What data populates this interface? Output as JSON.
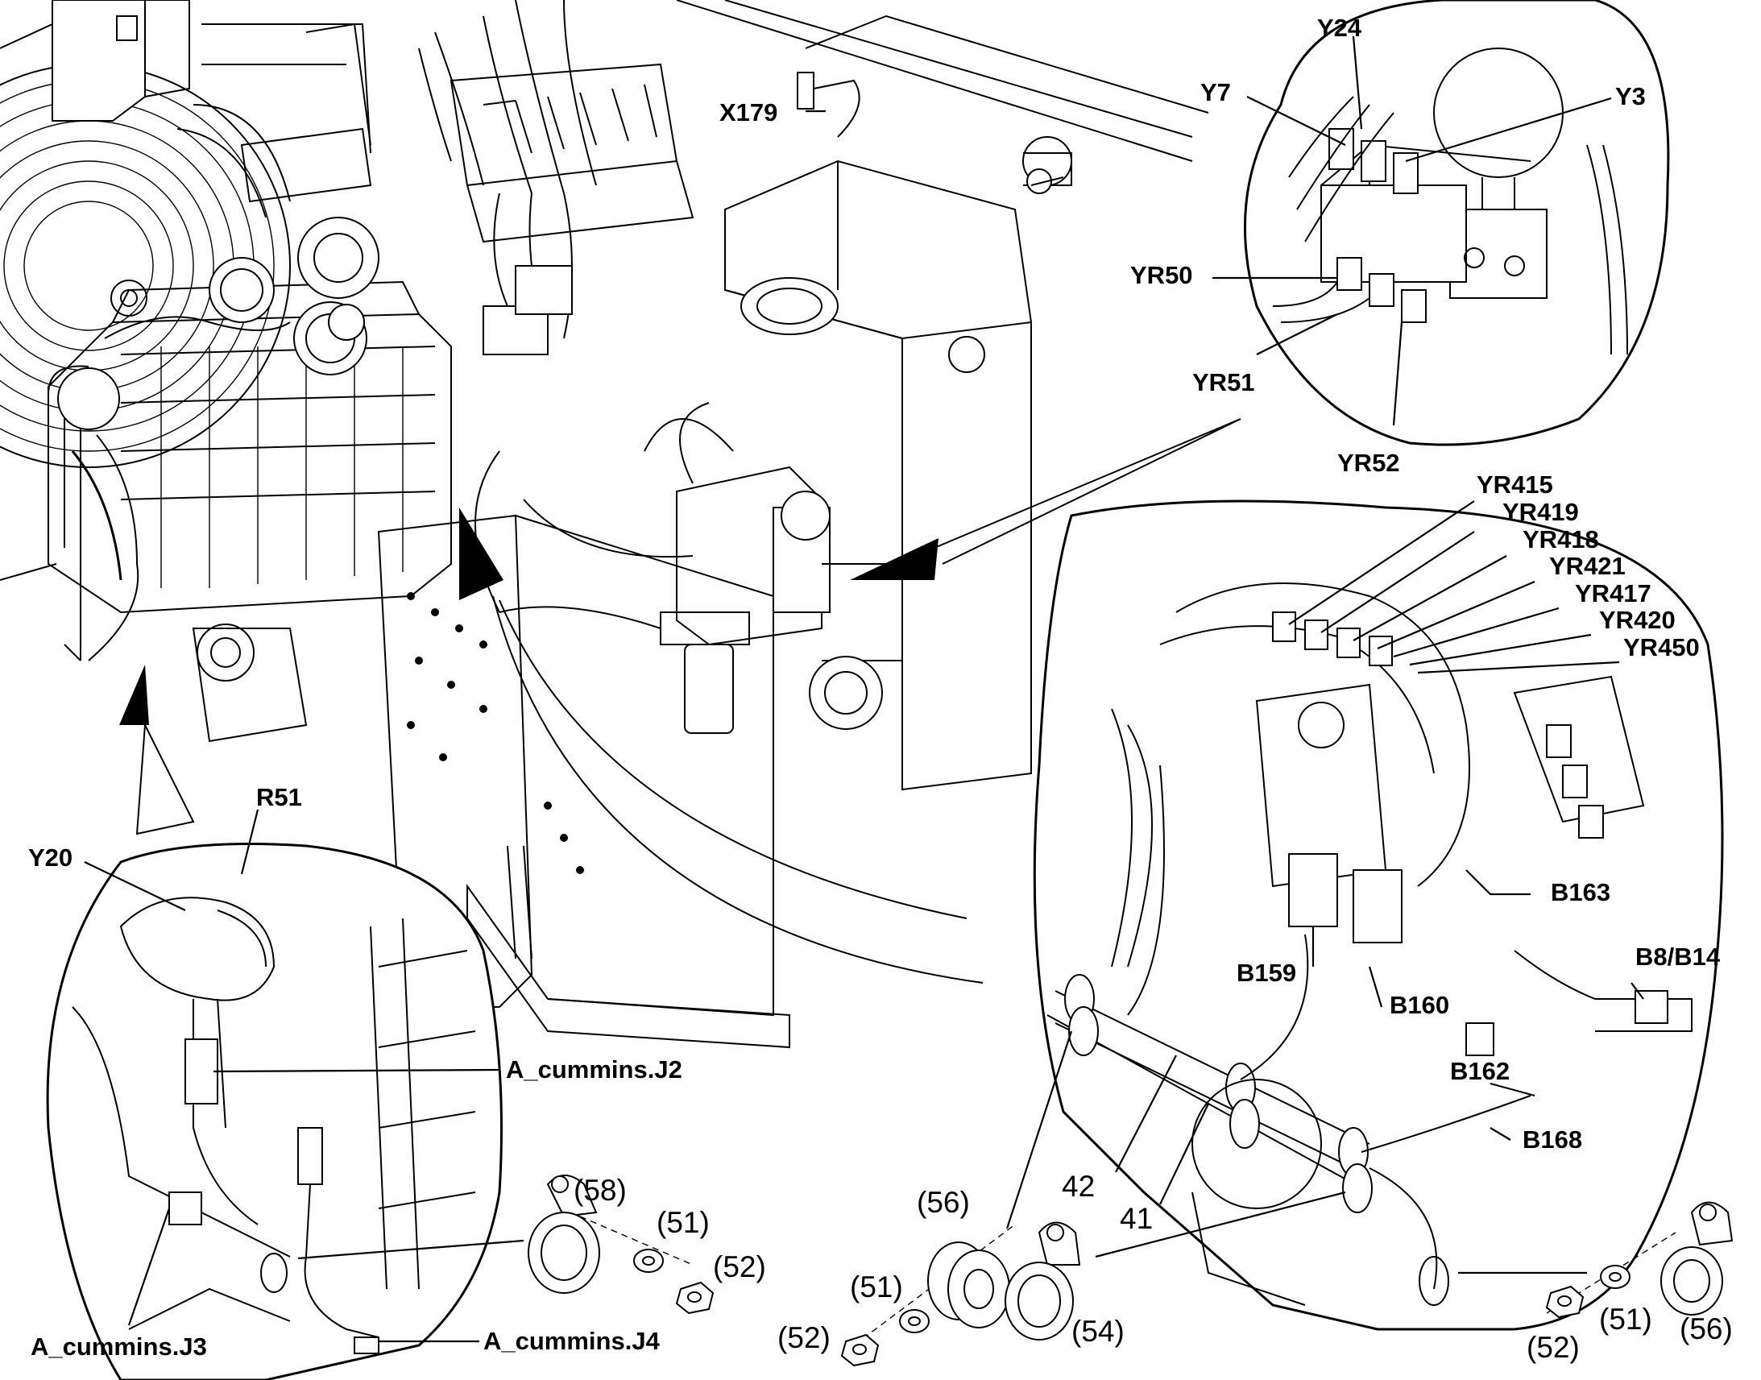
{
  "labels": {
    "x179": "X179",
    "y24": "Y24",
    "y7": "Y7",
    "y3": "Y3",
    "yr50": "YR50",
    "yr51": "YR51",
    "yr52": "YR52",
    "yr415": "YR415",
    "yr419": "YR419",
    "yr418": "YR418",
    "yr421": "YR421",
    "yr417": "YR417",
    "yr420": "YR420",
    "yr450": "YR450",
    "r51": "R51",
    "y20": "Y20",
    "a_cummins_j2": "A_cummins.J2",
    "a_cummins_j3": "A_cummins.J3",
    "a_cummins_j4": "A_cummins.J4",
    "b163": "B163",
    "b8_b14": "B8/B14",
    "b159": "B159",
    "b160": "B160",
    "b162": "B162",
    "b168": "B168",
    "n42": "42",
    "n41": "41"
  },
  "callouts_left": {
    "clamp": "(58)",
    "washer": "(51)",
    "nut": "(52)"
  },
  "callouts_center": {
    "grommet": "(56)",
    "washer": "(51)",
    "nut": "(52)",
    "clamp": "(54)"
  },
  "callouts_right": {
    "nut": "(52)",
    "washer": "(51)",
    "clamp": "(56)"
  }
}
